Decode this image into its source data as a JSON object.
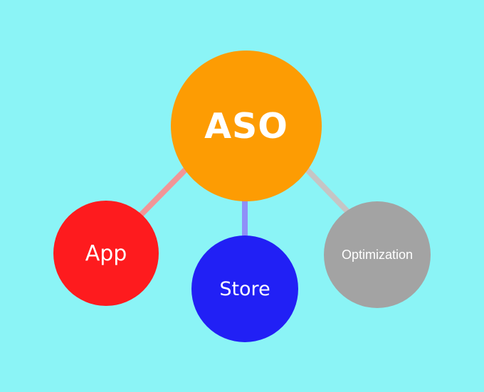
{
  "colors": {
    "background": "#8bf4f6",
    "aso": "#fd9c03",
    "app": "#fe1b1e",
    "store": "#2120f5",
    "optimization": "#a3a3a3",
    "edge_app": "#f19597",
    "edge_store": "#8f8ff8",
    "edge_optimization": "#c5c5c5",
    "text": "#ffffff"
  },
  "nodes": {
    "aso": {
      "label": "ASO"
    },
    "app": {
      "label": "App"
    },
    "store": {
      "label": "Store"
    },
    "optimization": {
      "label": "Optimization"
    }
  }
}
